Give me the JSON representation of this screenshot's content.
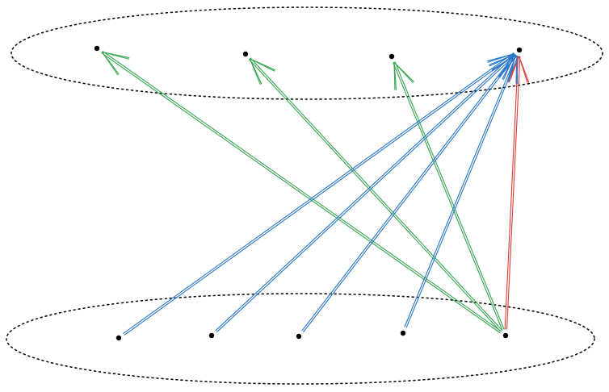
{
  "colors": {
    "green": "#3aa654",
    "blue": "#2a78c8",
    "red": "#de3b3b",
    "dot": "#000000",
    "outline": "#111111"
  },
  "groups": [
    {
      "id": "top",
      "label": ""
    },
    {
      "id": "bottom",
      "label": ""
    }
  ],
  "nodes": [
    {
      "id": "t1",
      "group": "top"
    },
    {
      "id": "t2",
      "group": "top"
    },
    {
      "id": "t3",
      "group": "top"
    },
    {
      "id": "t4",
      "group": "top"
    },
    {
      "id": "b1",
      "group": "bottom"
    },
    {
      "id": "b2",
      "group": "bottom"
    },
    {
      "id": "b3",
      "group": "bottom"
    },
    {
      "id": "b4",
      "group": "bottom"
    },
    {
      "id": "b5",
      "group": "bottom"
    }
  ],
  "edges": [
    {
      "from": "b5",
      "to": "t1",
      "color": "green"
    },
    {
      "from": "b5",
      "to": "t2",
      "color": "green"
    },
    {
      "from": "b5",
      "to": "t3",
      "color": "green"
    },
    {
      "from": "b5",
      "to": "t4",
      "color": "red"
    },
    {
      "from": "b1",
      "to": "t4",
      "color": "blue"
    },
    {
      "from": "b2",
      "to": "t4",
      "color": "blue"
    },
    {
      "from": "b3",
      "to": "t4",
      "color": "blue"
    },
    {
      "from": "b4",
      "to": "t4",
      "color": "blue"
    }
  ]
}
